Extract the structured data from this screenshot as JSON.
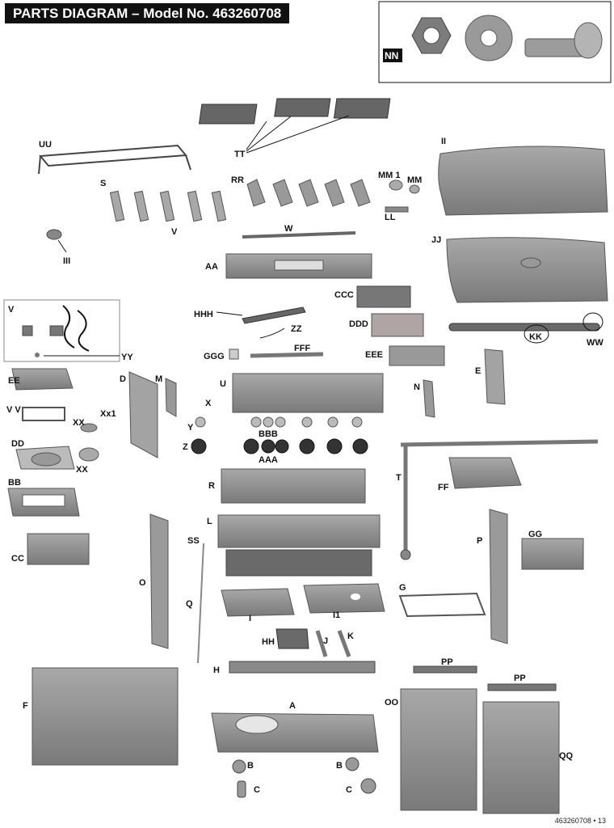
{
  "title": "PARTS DIAGRAM – Model No. 463260708",
  "inset_label": "NN",
  "footer": "463260708 • 13",
  "labels": {
    "TT": "TT",
    "UU": "UU",
    "S": "S",
    "RR": "RR",
    "MM1": "MM 1",
    "MM": "MM",
    "II": "II",
    "LL": "LL",
    "V_top": "V",
    "W": "W",
    "III": "III",
    "AA": "AA",
    "JJ": "JJ",
    "V_box": "V",
    "YY": "YY",
    "CCC": "CCC",
    "HHH": "HHH",
    "ZZ": "ZZ",
    "DDD": "DDD",
    "KK": "KK",
    "WW": "WW",
    "GGG": "GGG",
    "FFF": "FFF",
    "EEE": "EEE",
    "EE": "EE",
    "D": "D",
    "M": "M",
    "U": "U",
    "E": "E",
    "N": "N",
    "X": "X",
    "VV": "V V",
    "Xx1": "Xx1",
    "XX": "XX",
    "Y": "Y",
    "BBB": "BBB",
    "DD": "DD",
    "Z": "Z",
    "AAA": "AAA",
    "XX2": "XX",
    "T": "T",
    "FF": "FF",
    "BB": "BB",
    "R": "R",
    "L": "L",
    "GG": "GG",
    "SS": "SS",
    "P": "P",
    "CC": "CC",
    "O": "O",
    "Q": "Q",
    "G": "G",
    "I": "I",
    "I1": "I1",
    "HH": "HH",
    "J": "J",
    "K": "K",
    "PP1": "PP",
    "H": "H",
    "PP2": "PP",
    "F": "F",
    "A": "A",
    "OO": "OO",
    "B1": "B",
    "B2": "B",
    "QQ": "QQ",
    "C1": "C",
    "C2": "C"
  },
  "colors": {
    "part_fill": "#8c8c8c",
    "part_dark": "#5a5a5a",
    "part_light": "#b5b5b5",
    "ink": "#111111"
  }
}
